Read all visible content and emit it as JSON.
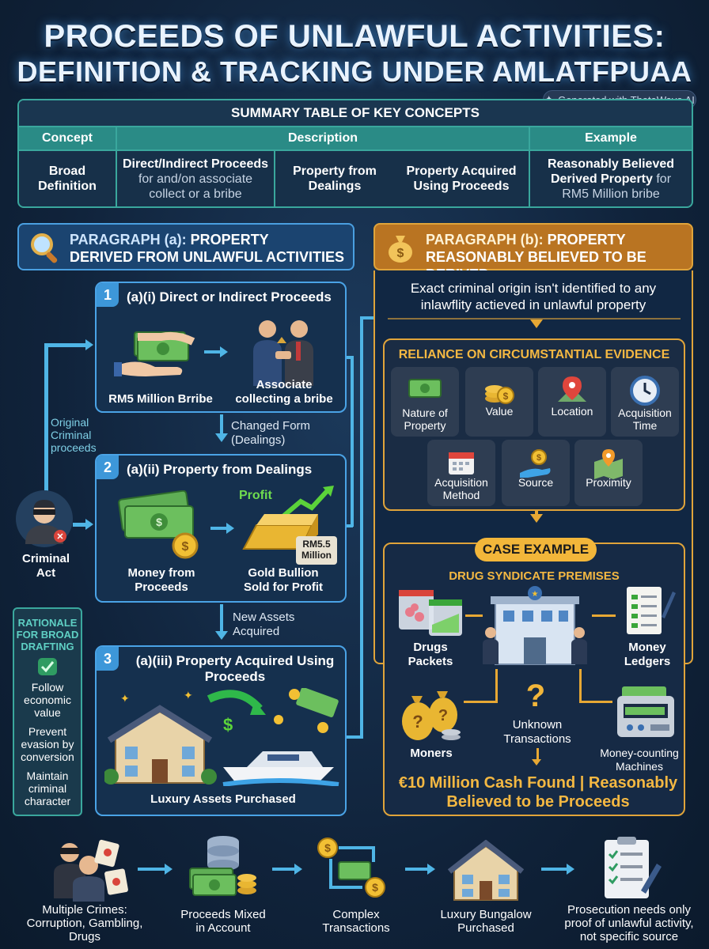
{
  "header": {
    "title_line1": "PROCEEDS OF UNLAWFUL ACTIVITIES:",
    "title_line2": "DEFINITION & TRACKING UNDER AMLATFPUAA",
    "badge": "Generated with ThetaWave AI"
  },
  "summary": {
    "heading": "SUMMARY TABLE OF KEY CONCEPTS",
    "col_concept": "Concept",
    "col_description": "Description",
    "col_example": "Example",
    "concept_l1": "Broad",
    "concept_l2": "Definition",
    "d1_title": "Direct/Indirect Proceeds",
    "d1_sub1": "for and/on associate",
    "d1_sub2": "collect or a bribe",
    "d2_l1": "Property from",
    "d2_l2": "Dealings",
    "d3_l1": "Property Acquired",
    "d3_l2": "Using Proceeds",
    "ex_l1": "Reasonably Believed",
    "ex_l2a": "Derived Property",
    "ex_l2b": "for",
    "ex_l3": "RM5 Million bribe"
  },
  "para_a": {
    "head_prefix": "PARAGRAPH (a):",
    "head_rest1": " PROPERTY",
    "head_line2": "DERIVED FROM UNLAWFUL ACTIVITIES",
    "box1": {
      "num": "1",
      "title": "(a)(i) Direct or Indirect Proceeds",
      "cap_left": "RM5 Million Brribe",
      "cap_right_l1": "Associate",
      "cap_right_l2": "collecting a bribe"
    },
    "changed_l1": "Changed Form",
    "changed_l2": "(Dealings)",
    "box2": {
      "num": "2",
      "title": "(a)(ii) Property from Dealings",
      "profit": "Profit",
      "tag_l1": "RM5.5",
      "tag_l2": "Million",
      "cap_left_l1": "Money from",
      "cap_left_l2": "Proceeds",
      "cap_right_l1": "Gold Bullion",
      "cap_right_l2": "Sold for Profit"
    },
    "new_l1": "New Assets",
    "new_l2": "Acquired",
    "box3": {
      "num": "3",
      "title_l1": "(a)(iii) Property Acquired Using",
      "title_l2": "Proceeds",
      "cap": "Luxury Assets Purchased"
    }
  },
  "left": {
    "orig_l1": "Original",
    "orig_l2": "Criminal",
    "orig_l3": "proceeds",
    "criminal_l1": "Criminal",
    "criminal_l2": "Act",
    "rationale_l1": "RATIONALE",
    "rationale_l2": "FOR BROAD",
    "rationale_l3": "DRAFTING",
    "r1_l1": "Follow",
    "r1_l2": "economic",
    "r1_l3": "value",
    "r2_l1": "Prevent",
    "r2_l2": "evasion by",
    "r2_l3": "conversion",
    "r3_l1": "Maintain",
    "r3_l2": "criminal",
    "r3_l3": "character"
  },
  "para_b": {
    "head_prefix": "PARAGRAPH (b):",
    "head_rest1": " PROPERTY",
    "head_line2": "REASONABLY BELIEVED TO BE DERIVED",
    "intro_l1": "Exact criminal origin isn't identified to any",
    "intro_l2": "inlawflity actieved in unlawful property",
    "evidence_title": "RELIANCE ON CIRCUMSTANTIAL EVIDENCE",
    "tiles": [
      {
        "l1": "Nature of",
        "l2": "Property",
        "icon": "cash-icon"
      },
      {
        "l1": "Value",
        "l2": "",
        "icon": "coins-icon"
      },
      {
        "l1": "Location",
        "l2": "",
        "icon": "map-pin-icon"
      },
      {
        "l1": "Acquisition",
        "l2": "Time",
        "icon": "clock-icon"
      },
      {
        "l1": "Acquisition",
        "l2": "Method",
        "icon": "calendar-icon"
      },
      {
        "l1": "Source",
        "l2": "",
        "icon": "hand-coin-icon"
      },
      {
        "l1": "Proximity",
        "l2": "",
        "icon": "map-icon"
      }
    ],
    "case_tag": "CASE EXAMPLE",
    "case_sub": "DRUG SYNDICATE PREMISES",
    "drugs_l1": "Drugs",
    "drugs_l2": "Packets",
    "ledgers_l1": "Money",
    "ledgers_l2": "Ledgers",
    "moners": "Moners",
    "unknown_l1": "Unknown",
    "unknown_l2": "Transactions",
    "machines_l1": "Money-counting",
    "machines_l2": "Machines",
    "result_l1": "€10 Million Cash Found | Reasonably",
    "result_l2": "Believed to be Proceeds"
  },
  "flow": {
    "s1_l1": "Multiple Crimes:",
    "s1_l2": "Corruption, Gambling,",
    "s1_l3": "Drugs",
    "s2_l1": "Proceeds Mixed",
    "s2_l2": "in Account",
    "s3_l1": "Complex",
    "s3_l2": "Transactions",
    "s4_l1": "Luxury Bungalow",
    "s4_l2": "Purchased",
    "s5_l1": "Prosecution needs only",
    "s5_l2": "proof of unlawful activity,",
    "s5_l3": "not specific source"
  }
}
